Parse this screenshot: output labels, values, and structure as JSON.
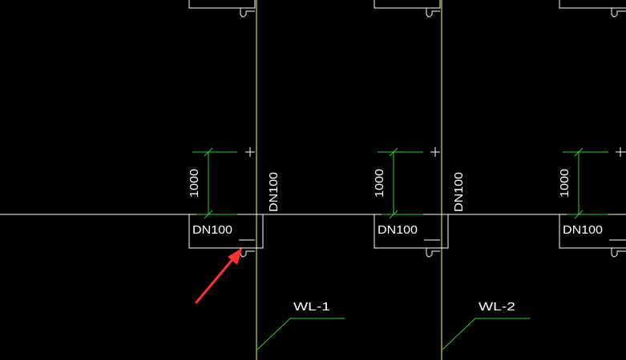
{
  "colors": {
    "background": "#000000",
    "riser": "#ffff66",
    "outline": "#ffffff",
    "dim": "#33cc33",
    "annotation": "#ffffff",
    "arrow": "#ff3333"
  },
  "labels": {
    "dim_height": "1000",
    "pipe_size": "DN100",
    "risers": [
      "WL-1",
      "WL-2"
    ]
  }
}
